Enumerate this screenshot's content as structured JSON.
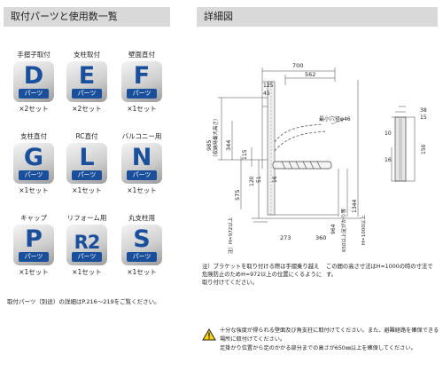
{
  "left_header": "取付パーツと使用数一覧",
  "right_header": "詳細図",
  "parts": [
    {
      "label": "手摺子取付",
      "letter": "D",
      "badge": "パーツ",
      "count": "×2セット"
    },
    {
      "label": "支柱取付",
      "letter": "E",
      "badge": "パーツ",
      "count": "×2セット"
    },
    {
      "label": "壁面直付",
      "letter": "F",
      "badge": "パーツ",
      "count": "×1セット"
    },
    {
      "label": "支柱直付",
      "letter": "G",
      "badge": "パーツ",
      "count": "×1セット"
    },
    {
      "label": "RC直付",
      "letter": "L",
      "badge": "パーツ",
      "count": "×1セット"
    },
    {
      "label": "バルコニー用",
      "letter": "N",
      "badge": "パーツ",
      "count": "×1セット"
    },
    {
      "label": "キャップ",
      "letter": "P",
      "badge": "パーツ",
      "count": "×1セット"
    },
    {
      "label": "リフォーム用",
      "letter": "R2",
      "badge": "パーツ",
      "count": "×1セット"
    },
    {
      "label": "丸支柱用",
      "letter": "S",
      "badge": "パーツ",
      "count": "×1セット"
    }
  ],
  "left_note": "取付パーツ（別途）の詳細はP.216〜219をご覧ください。",
  "diagram": {
    "dims": {
      "d700": "700",
      "d562": "562",
      "d125": "125",
      "d45": "45",
      "d985": "985",
      "d344": "344",
      "d115": "115",
      "d575": "575",
      "d120": "120",
      "d51": "51",
      "d16": "16",
      "d273": "273",
      "d360": "360",
      "d1344": "1344",
      "d964": "964",
      "d38": "38",
      "d15": "15",
      "d10": "10",
      "d150": "150",
      "d16b": "16"
    },
    "vertical_labels": {
      "collapsed_height": "（収納時最大高さ）",
      "note_972": "注）H=972以上",
      "note_650": "650以上足がかり等",
      "note_1000": "H=1000以上"
    },
    "hole_label": "最小穴径φ46"
  },
  "footnote_bracket": "注）ブラケットを取り付ける際は手摺乗り越え危険防止のためH=972以上の位置にくるように取り付けてください。",
  "footnote_height": "この間の高さ寸法はH=1000の時の寸法です。",
  "caution": {
    "line1": "十分な強度が得られる壁面及び角支柱に取付けてください。また、避難経路を確保できる場所に取付けてください。",
    "line2": "足掛かり位置から足のかかる部分までの高さが650㎜以上を確保してください。"
  }
}
